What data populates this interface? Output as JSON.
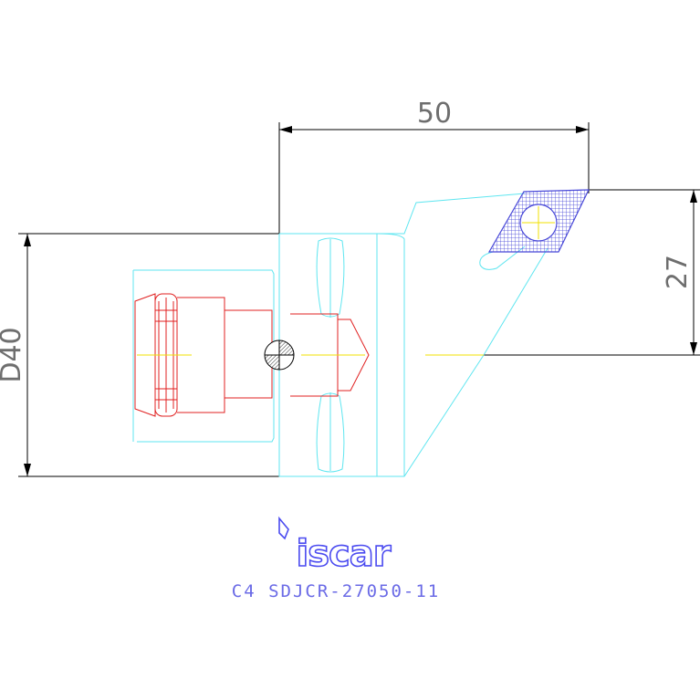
{
  "drawing": {
    "dimensions": {
      "length": "50",
      "offset": "27",
      "diameter": "D40"
    },
    "brand": "iscar",
    "model_code": "C4 SDJCR-27050-11"
  },
  "colors": {
    "body_outline": "#5fe6f0",
    "dimension_lines": "#000000",
    "dimension_text": "#6e6e6e",
    "clamping_parts": "#e02020",
    "insert_hatch": "#4848d8",
    "center_lines": "#f0e000",
    "brand_blue": "#4a4af0"
  }
}
